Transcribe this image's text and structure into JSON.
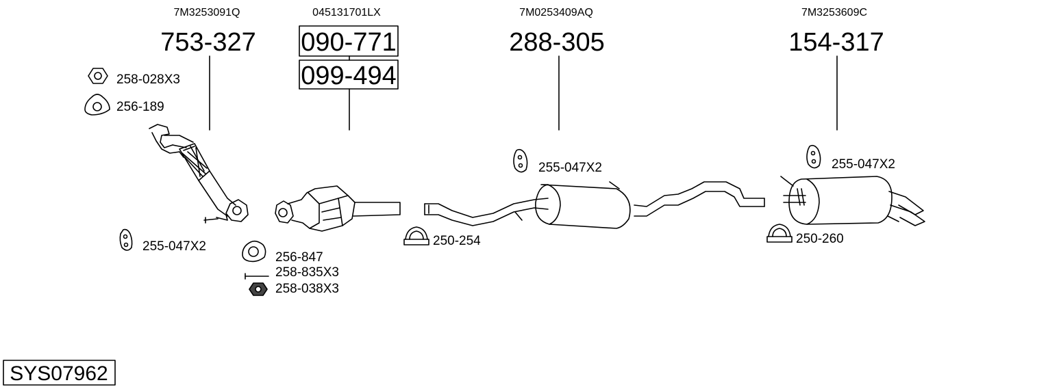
{
  "oem_numbers": [
    "7M3253091Q",
    "045131701LX",
    "7M0253409AQ",
    "7M3253609C"
  ],
  "part_numbers": [
    "753-327",
    "090-771",
    "099-494",
    "288-305",
    "154-317"
  ],
  "accessories": {
    "nut_front": "258-028X3",
    "gasket_front": "256-189",
    "rubber_front": "255-047X2",
    "gasket_cat": "256-847",
    "bolt_cat": "258-835X3",
    "nut_cat": "258-038X3",
    "clamp_mid": "250-254",
    "rubber_mid": "255-047X2",
    "rubber_rear": "255-047X2",
    "clamp_rear": "250-260"
  },
  "system_code": "SYS07962"
}
